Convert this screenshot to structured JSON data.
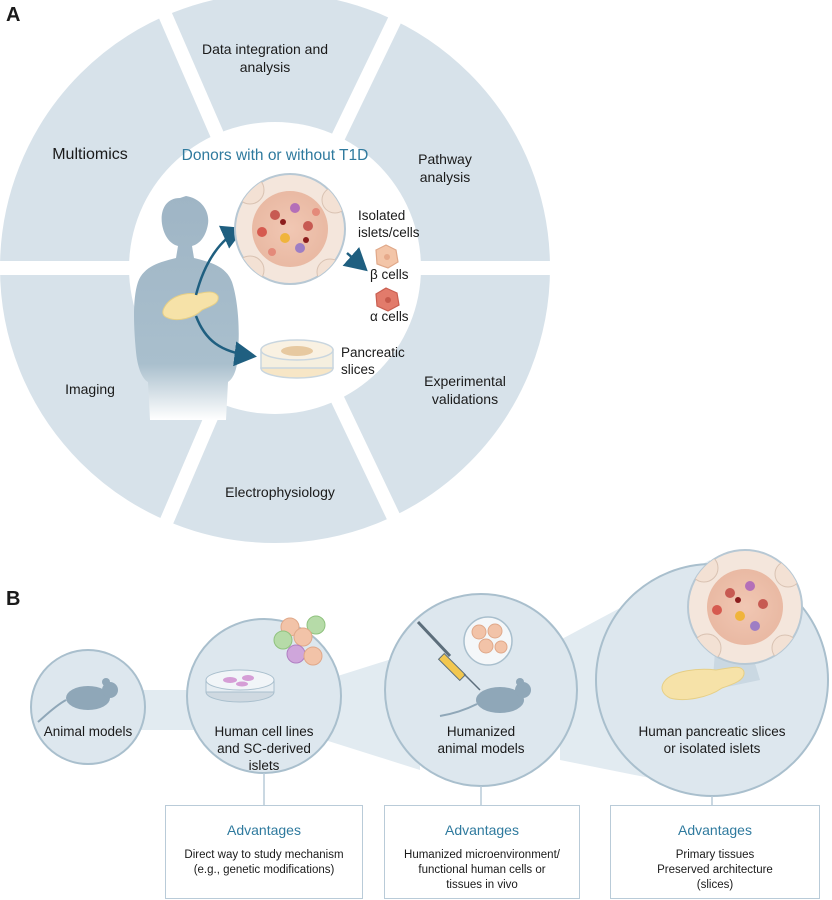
{
  "panel_a": {
    "letter": "A",
    "center_title": "Donors with or without T1D",
    "segments": {
      "data_integration": "Data integration and\nanalysis",
      "pathway": "Pathway\nanalysis",
      "experimental": "Experimental\nvalidations",
      "electrophysiology": "Electrophysiology",
      "imaging": "Imaging",
      "multiomics": "Multiomics"
    },
    "labels": {
      "isolated": "Isolated\nislets/cells",
      "beta": "β cells",
      "alpha": "α cells",
      "slices": "Pancreatic\nslices"
    }
  },
  "panel_b": {
    "letter": "B",
    "models": {
      "animal": "Animal models",
      "human_cells": "Human cell lines\nand SC-derived\nislets",
      "humanized": "Humanized\nanimal models",
      "pancreatic": "Human pancreatic slices\nor isolated islets"
    },
    "advantages": [
      {
        "title": "Advantages",
        "text": "Direct way to study mechanism\n(e.g., genetic modifications)"
      },
      {
        "title": "Advantages",
        "text": "Humanized microenvironment/\nfunctional human cells or\ntissues in vivo"
      },
      {
        "title": "Advantages",
        "text": "Primary tissues\nPreserved architecture\n(slices)"
      }
    ]
  },
  "colors": {
    "ring": "#d7e2ea",
    "circle_fill": "#dde7ee",
    "circle_stroke": "#a9bfcd",
    "silhouette": "#9fb5c5",
    "accent": "#2f7a9e",
    "arrow": "#1f5f80"
  }
}
